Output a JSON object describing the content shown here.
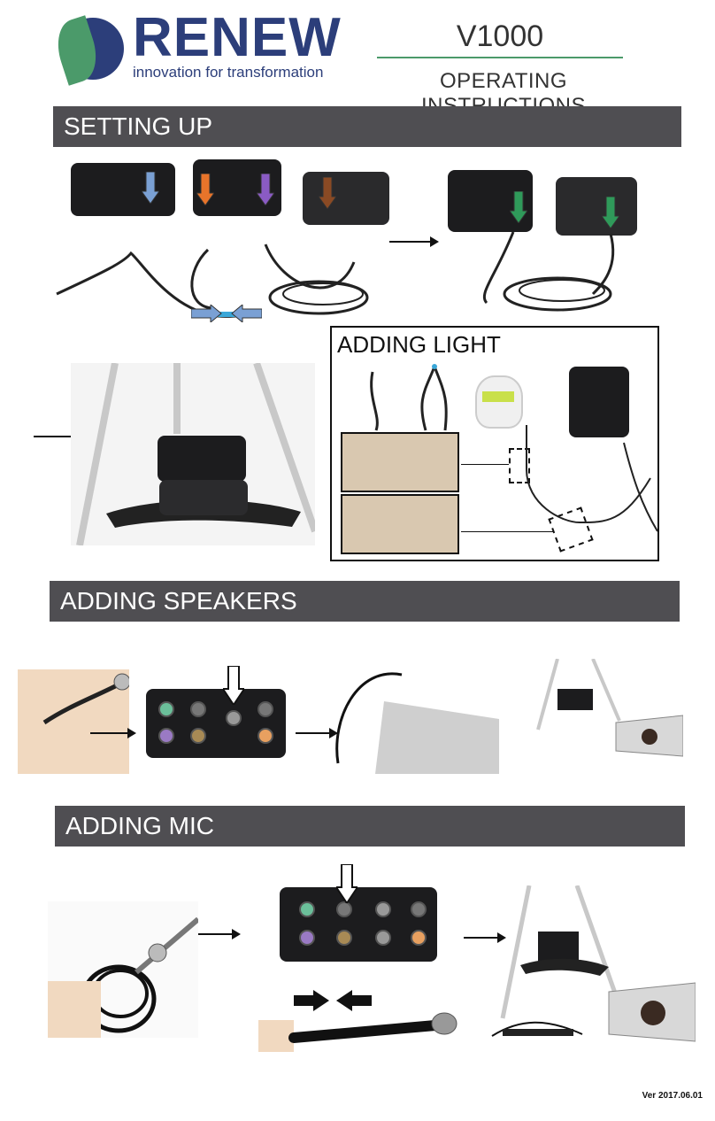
{
  "header": {
    "brand": "RENEW",
    "tagline": "innovation for transformation",
    "model": "V1000",
    "doc_title": "OPERATING INSTRUCTIONS"
  },
  "sections": {
    "setting_up": "SETTING UP",
    "adding_light": "ADDING LIGHT",
    "adding_speakers": "ADDING SPEAKERS",
    "adding_mic": "ADDING MIC"
  },
  "footer": {
    "version": "Ver 2017.06.01"
  },
  "colors": {
    "brand_navy": "#2c3e7a",
    "brand_green": "#4b9a6a",
    "section_bar": "#4f4e52",
    "arrow_blue": "#7aa0d4",
    "arrow_orange": "#e8742a",
    "arrow_purple": "#8a5bc4",
    "arrow_brown": "#8a4a24",
    "arrow_green": "#2f9a5a"
  },
  "icons": [
    "globe-leaf-logo",
    "arrow-right-icon",
    "arrow-down-icon",
    "arrow-left-icon"
  ]
}
